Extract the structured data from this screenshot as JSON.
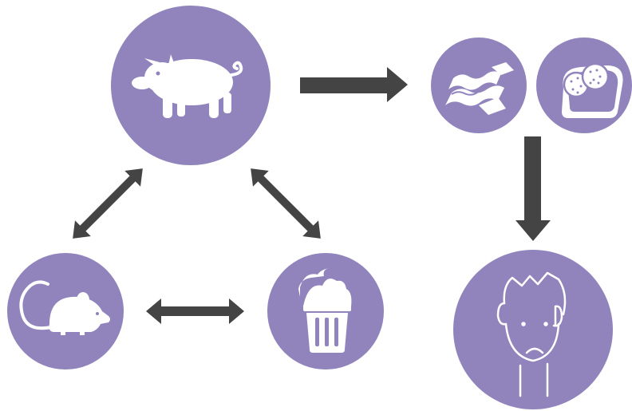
{
  "diagram": {
    "colors": {
      "circle_fill": "#9184bd",
      "icon": "#ffffff",
      "arrow": "#444444",
      "background": "#ffffff"
    },
    "nodes": [
      {
        "id": "pig",
        "icon": "pig-icon"
      },
      {
        "id": "meat",
        "icon": "bacon-icon"
      },
      {
        "id": "sausage",
        "icon": "salami-toast-icon"
      },
      {
        "id": "rat",
        "icon": "rat-icon"
      },
      {
        "id": "trash",
        "icon": "trash-can-icon"
      },
      {
        "id": "person",
        "icon": "sad-face-icon"
      }
    ],
    "edges": [
      {
        "from": "pig",
        "to": "meat",
        "type": "one-way"
      },
      {
        "from": "meat",
        "to": "person",
        "type": "one-way"
      },
      {
        "from": "pig",
        "to": "rat",
        "type": "two-way"
      },
      {
        "from": "pig",
        "to": "trash",
        "type": "two-way"
      },
      {
        "from": "rat",
        "to": "trash",
        "type": "two-way"
      }
    ]
  }
}
